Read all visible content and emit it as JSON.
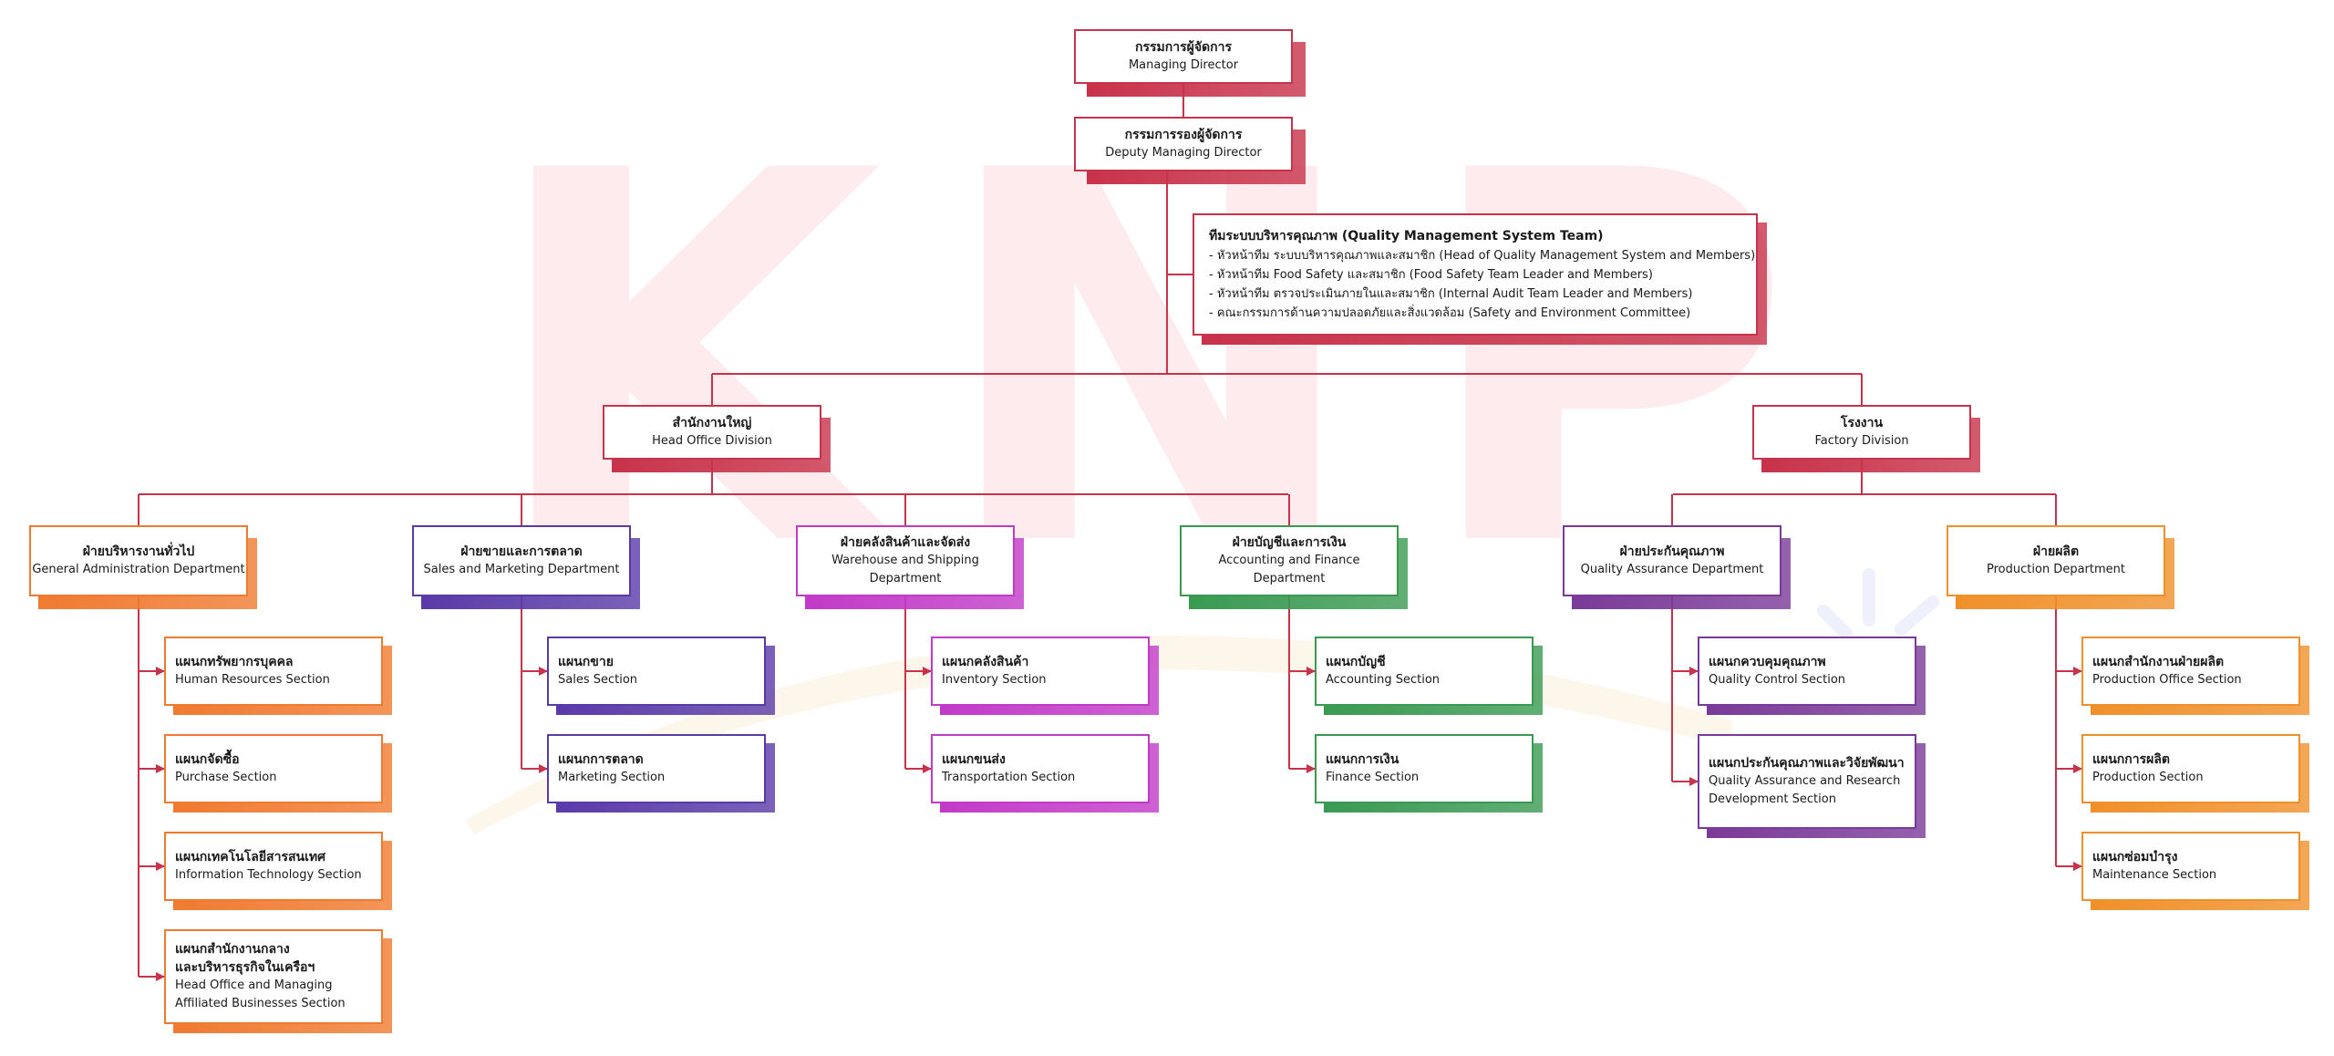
{
  "watermark": {
    "text": "KNP"
  },
  "colors": {
    "top": "#c8324a",
    "head_office": "#c8324a",
    "line": "#c8324a",
    "general": "#f07a30",
    "sales": "#5a3aa8",
    "warehouse": "#c23ac8",
    "accounting": "#3a9a52",
    "quality": "#7a3a98",
    "production": "#f0902a"
  },
  "managing_director": {
    "th": "กรรมการผู้จัดการ",
    "en": "Managing Director"
  },
  "deputy_md": {
    "th": "กรรมการรองผู้จัดการ",
    "en": "Deputy Managing Director"
  },
  "qms": {
    "title": "ทีมระบบบริหารคุณภาพ (Quality Management System Team)",
    "items": [
      "- หัวหน้าทีม ระบบบริหารคุณภาพและสมาชิก (Head of Quality Management System and Members)",
      "- หัวหน้าทีม Food Safety และสมาชิก (Food Safety Team Leader and Members)",
      "- หัวหน้าทีม ตรวจประเมินภายในและสมาชิก (Internal Audit Team Leader and Members)",
      "- คณะกรรมการด้านความปลอดภัยและสิ่งแวดล้อม (Safety and Environment Committee)"
    ]
  },
  "head_office": {
    "th": "สำนักงานใหญ่",
    "en": "Head Office Division"
  },
  "factory": {
    "th": "โรงงาน",
    "en": "Factory Division"
  },
  "departments": [
    {
      "th": "ฝ่ายบริหารงานทั่วไป",
      "en": [
        "General Administration Department"
      ],
      "sections": [
        {
          "th": [
            "แผนกทรัพยากรบุคคล"
          ],
          "en": [
            "Human Resources Section"
          ]
        },
        {
          "th": [
            "แผนกจัดซื้อ"
          ],
          "en": [
            "Purchase Section"
          ]
        },
        {
          "th": [
            "แผนกเทคโนโลยีสารสนเทศ"
          ],
          "en": [
            "Information Technology Section"
          ]
        },
        {
          "th": [
            "แผนกสำนักงานกลาง",
            "และบริหารธุรกิจในเครือฯ"
          ],
          "en": [
            "Head Office and Managing",
            "Affiliated Businesses Section"
          ]
        }
      ]
    },
    {
      "th": "ฝ่ายขายและการตลาด",
      "en": [
        "Sales and Marketing Department"
      ],
      "sections": [
        {
          "th": [
            "แผนกขาย"
          ],
          "en": [
            "Sales Section"
          ]
        },
        {
          "th": [
            "แผนกการตลาด"
          ],
          "en": [
            "Marketing Section"
          ]
        }
      ]
    },
    {
      "th": "ฝ่ายคลังสินค้าและจัดส่ง",
      "en": [
        "Warehouse and Shipping",
        "Department"
      ],
      "sections": [
        {
          "th": [
            "แผนกคลังสินค้า"
          ],
          "en": [
            "Inventory Section"
          ]
        },
        {
          "th": [
            "แผนกขนส่ง"
          ],
          "en": [
            "Transportation Section"
          ]
        }
      ]
    },
    {
      "th": "ฝ่ายบัญชีและการเงิน",
      "en": [
        "Accounting and Finance",
        "Department"
      ],
      "sections": [
        {
          "th": [
            "แผนกบัญชี"
          ],
          "en": [
            "Accounting Section"
          ]
        },
        {
          "th": [
            "แผนกการเงิน"
          ],
          "en": [
            "Finance Section"
          ]
        }
      ]
    },
    {
      "th": "ฝ่ายประกันคุณภาพ",
      "en": [
        "Quality Assurance Department"
      ],
      "sections": [
        {
          "th": [
            "แผนกควบคุมคุณภาพ"
          ],
          "en": [
            "Quality Control Section"
          ]
        },
        {
          "th": [
            "แผนกประกันคุณภาพและวิจัยพัฒนา"
          ],
          "en": [
            "Quality Assurance and Research",
            "Development Section"
          ]
        }
      ]
    },
    {
      "th": "ฝ่ายผลิต",
      "en": [
        "Production Department"
      ],
      "sections": [
        {
          "th": [
            "แผนกสำนักงานฝ่ายผลิต"
          ],
          "en": [
            "Production Office Section"
          ]
        },
        {
          "th": [
            "แผนกการผลิต"
          ],
          "en": [
            "Production Section"
          ]
        },
        {
          "th": [
            "แผนกซ่อมบำรุง"
          ],
          "en": [
            "Maintenance Section"
          ]
        }
      ]
    }
  ]
}
